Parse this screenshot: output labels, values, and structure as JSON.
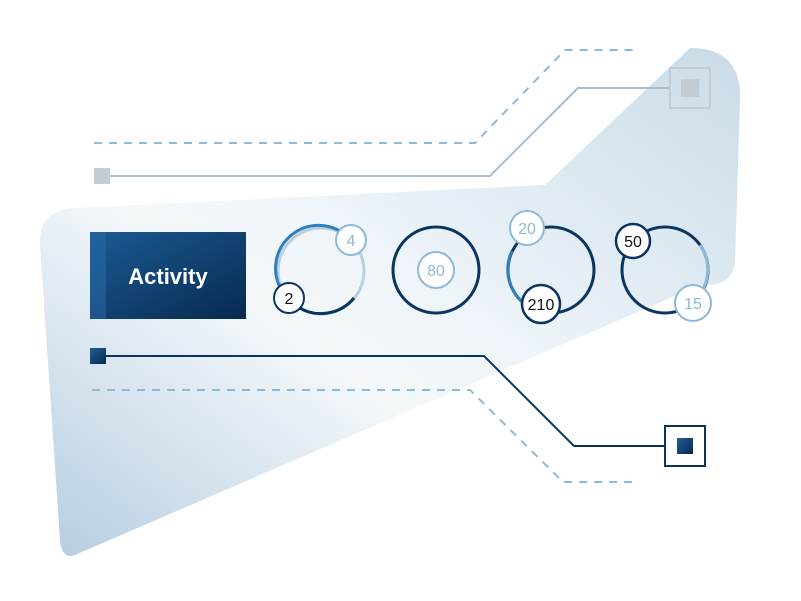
{
  "title": "Activity",
  "colors": {
    "navy": "#0b3560",
    "blue": "#2f7fbc",
    "mid_blue": "#5a98c9",
    "light_blue": "#8fb9d8",
    "pale_blue": "#b7cfe1",
    "gray_blue": "#a9bccb",
    "gray_square": "#c3ccd5"
  },
  "gauges": [
    {
      "name": "gauge-1",
      "values": [
        {
          "text": "4",
          "tone": "light"
        },
        {
          "text": "2",
          "tone": "dark"
        }
      ]
    },
    {
      "name": "gauge-2",
      "values": [
        {
          "text": "80",
          "tone": "light"
        }
      ]
    },
    {
      "name": "gauge-3",
      "values": [
        {
          "text": "20",
          "tone": "light"
        },
        {
          "text": "210",
          "tone": "dark"
        }
      ]
    },
    {
      "name": "gauge-4",
      "values": [
        {
          "text": "50",
          "tone": "dark"
        },
        {
          "text": "15",
          "tone": "light"
        }
      ]
    }
  ]
}
